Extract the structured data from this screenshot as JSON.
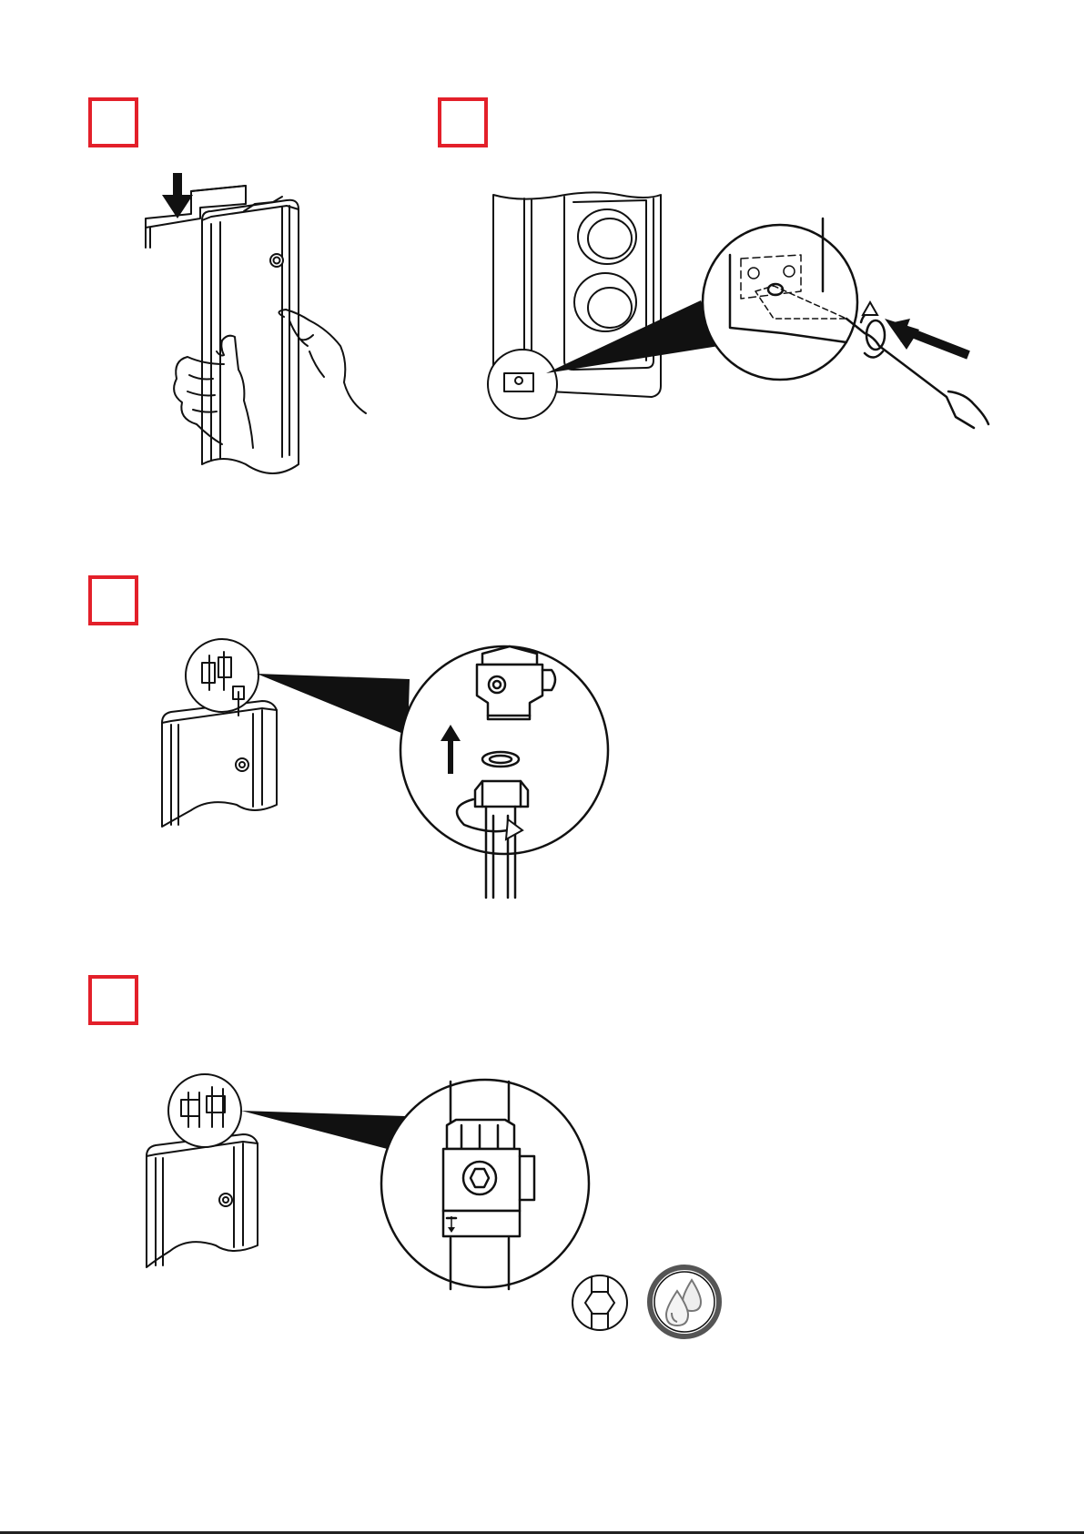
{
  "steps": [
    {
      "id": "step-1",
      "number": ""
    },
    {
      "id": "step-2",
      "number": ""
    },
    {
      "id": "step-3",
      "number": ""
    },
    {
      "id": "step-4",
      "number": ""
    }
  ],
  "colors": {
    "step_frame": "#e3202a",
    "line": "#111111",
    "fill": "#ffffff",
    "gray": "#888888"
  },
  "icons": [
    "hex-key-icon",
    "water-drops-icon"
  ]
}
